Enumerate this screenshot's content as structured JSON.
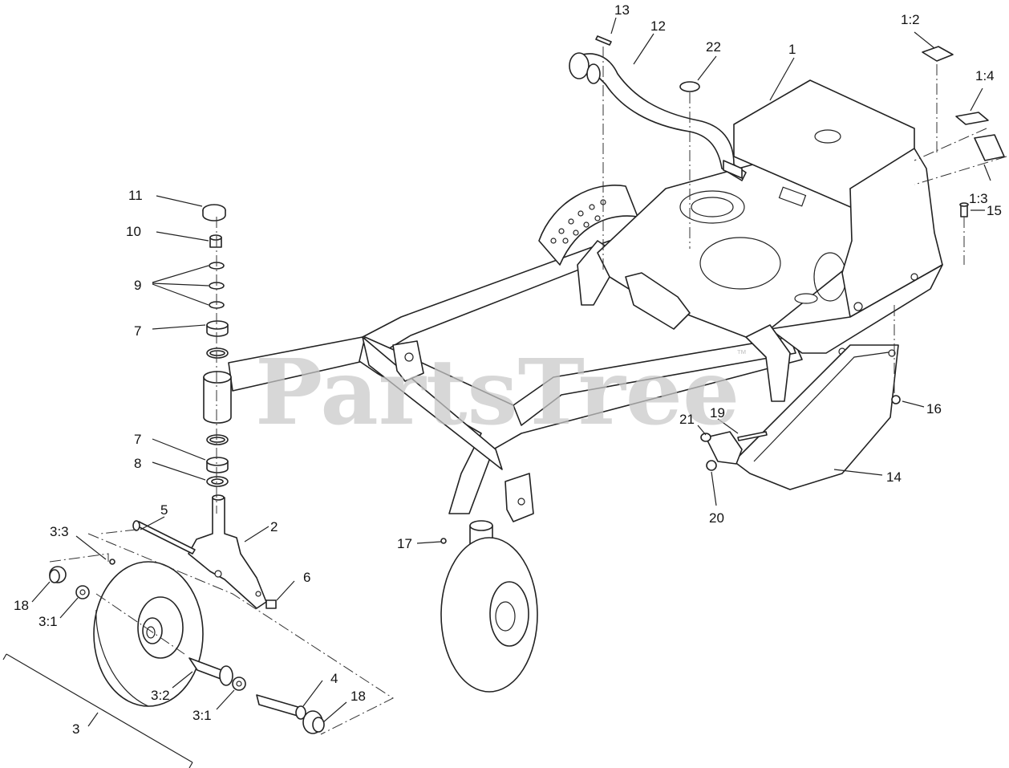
{
  "watermark": {
    "text": "PartsTree",
    "trademark": "™"
  },
  "callouts": {
    "c1": "1",
    "c1_2": "1:2",
    "c1_3": "1:3",
    "c1_4": "1:4",
    "c2": "2",
    "c3": "3",
    "c3_1a": "3:1",
    "c3_1b": "3:1",
    "c3_2": "3:2",
    "c3_3": "3:3",
    "c4": "4",
    "c5": "5",
    "c6": "6",
    "c7a": "7",
    "c7b": "7",
    "c8": "8",
    "c9": "9",
    "c10": "10",
    "c11": "11",
    "c12": "12",
    "c13": "13",
    "c14": "14",
    "c15": "15",
    "c16": "16",
    "c17": "17",
    "c18a": "18",
    "c18b": "18",
    "c19": "19",
    "c20": "20",
    "c21": "21",
    "c22": "22"
  }
}
